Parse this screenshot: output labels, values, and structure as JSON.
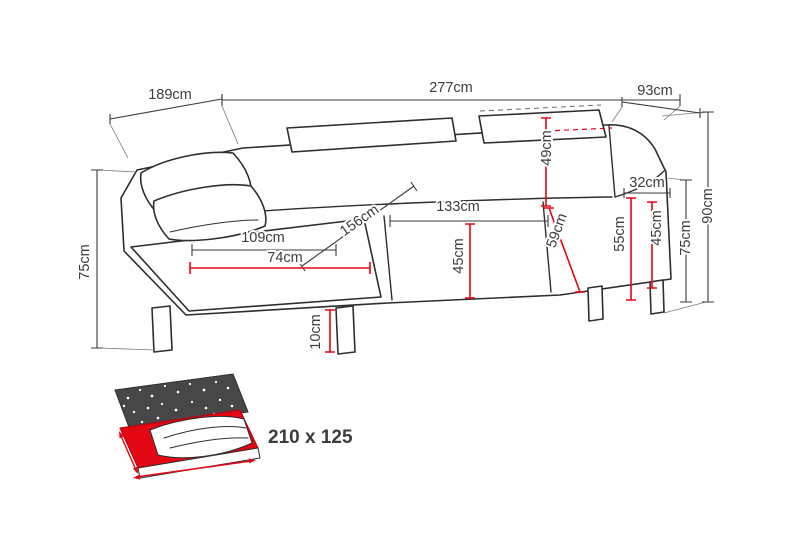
{
  "diagram": {
    "dims": {
      "width_total_top": "277cm",
      "width_back_left": "189cm",
      "depth_back_right": "93cm",
      "headrest_height": "49cm",
      "armrest_top_depth": "32cm",
      "height_total_right": "90cm",
      "height_backrest_right": "75cm",
      "seat_depth_diagonal": "59cm",
      "armrest_height": "55cm",
      "armrest_inner_height": "45cm",
      "seat_width_right": "133cm",
      "chaise_length": "156cm",
      "chaise_width": "109cm",
      "chaise_cushion_width": "74cm",
      "seat_height": "45cm",
      "height_left": "75cm",
      "leg_height": "10cm"
    },
    "sleeping_area": "210 x 125",
    "colors": {
      "line": "#2e2e2e",
      "dimension_red": "#e30613",
      "text": "#3c3c3b"
    }
  }
}
